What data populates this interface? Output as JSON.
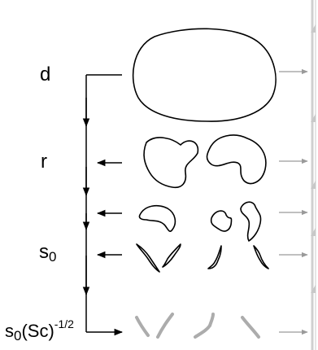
{
  "labels": {
    "d": "d",
    "r": "r",
    "s0_base": "s",
    "s0_sub": "0",
    "sc_base": "s",
    "sc_sub": "0",
    "sc_mid": "(Sc)",
    "sc_sup": "-1/2"
  }
}
